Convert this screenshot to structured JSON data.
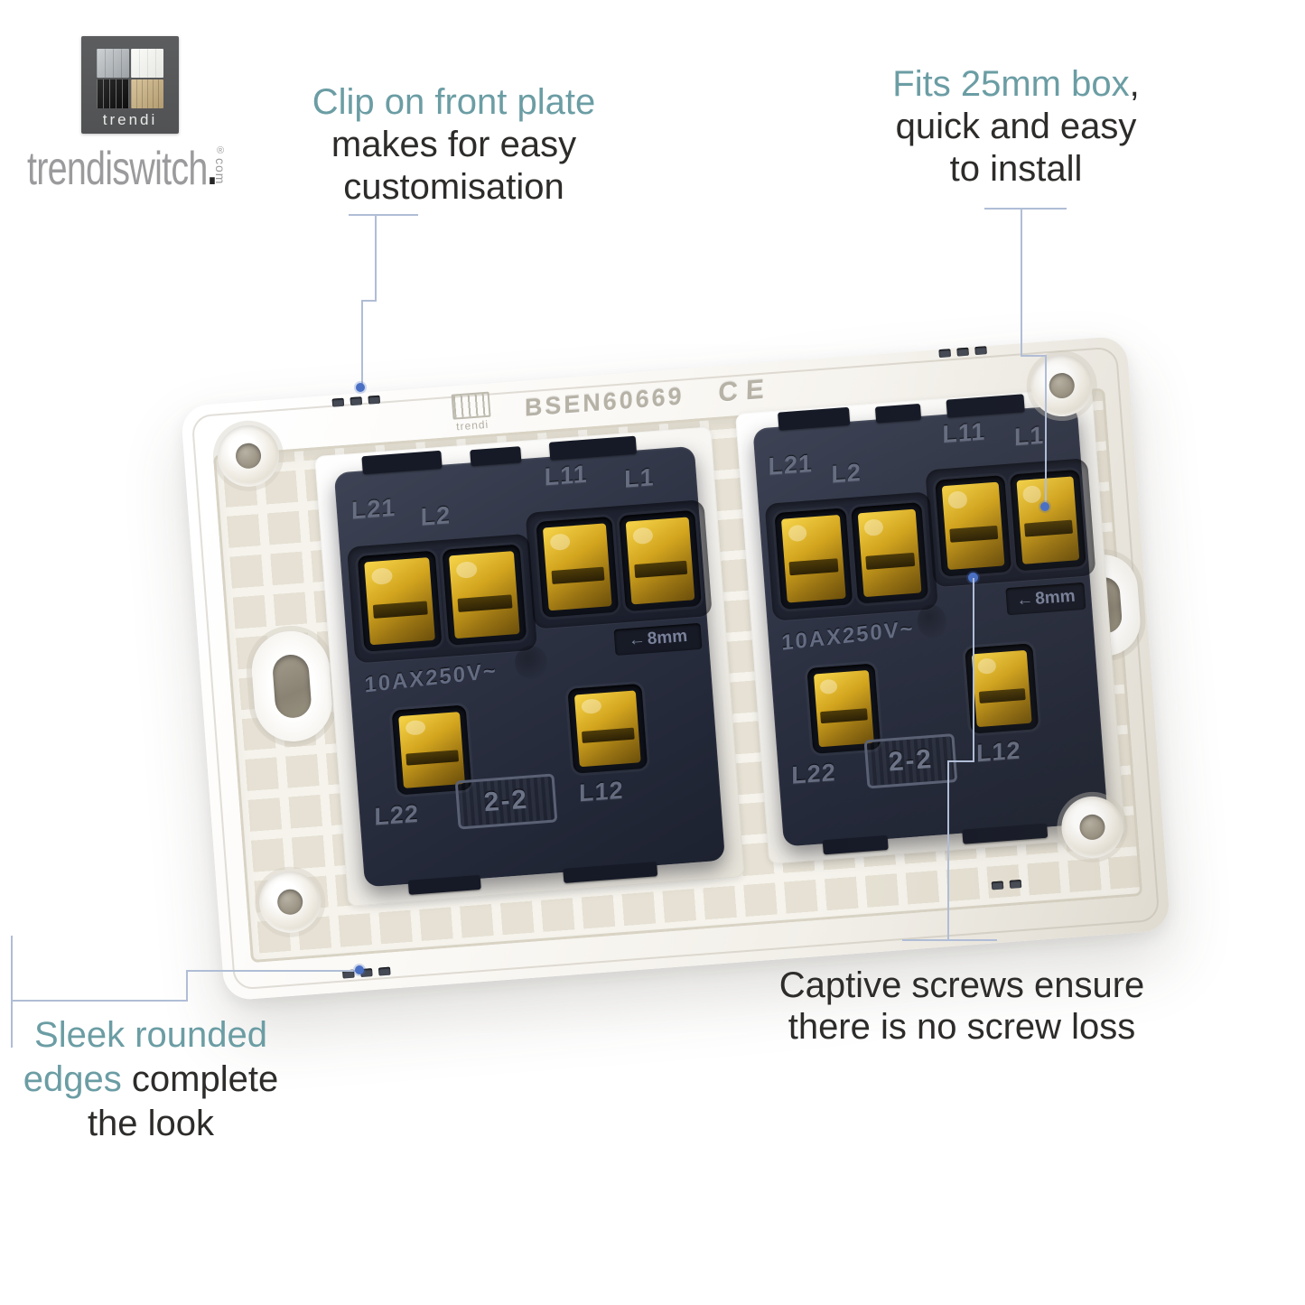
{
  "colors": {
    "highlight_teal": "#6b9da4",
    "body_text": "#2d2c2a",
    "callout_line": "#b0bdd6",
    "callout_dot": "#4a70c4",
    "module_body": "#2c3142",
    "brass": "#d3a51e",
    "plate": "#f5f2ec"
  },
  "logo": {
    "square_label": "trendi",
    "wordmark": "trendiswitch",
    "dot": ".",
    "tld": "com",
    "reg": "®"
  },
  "annotations": {
    "clip": {
      "line1": "Clip on front plate",
      "line2": "makes for easy",
      "line3": "customisation"
    },
    "fits": {
      "line1_highlight": "Fits 25mm box",
      "line1_rest": ",",
      "line2": "quick and easy",
      "line3": "to install"
    },
    "captive": {
      "line1": "Captive screws ensure",
      "line2": "there is no screw loss"
    },
    "sleek": {
      "line1": "Sleek rounded",
      "line2_highlight": "edges",
      "line2_rest": " complete",
      "line3": "the look"
    }
  },
  "plate": {
    "standard": "BSEN60669",
    "ce_mark": "CE",
    "brand": "trendi"
  },
  "switch_labels": {
    "l21": "L21",
    "l2": "L2",
    "l11": "L11",
    "l1": "L1",
    "rating": "10AX250V~",
    "gauge_arrow": "←",
    "gauge": "8mm",
    "l22": "L22",
    "code": "2-2",
    "l12": "L12"
  }
}
